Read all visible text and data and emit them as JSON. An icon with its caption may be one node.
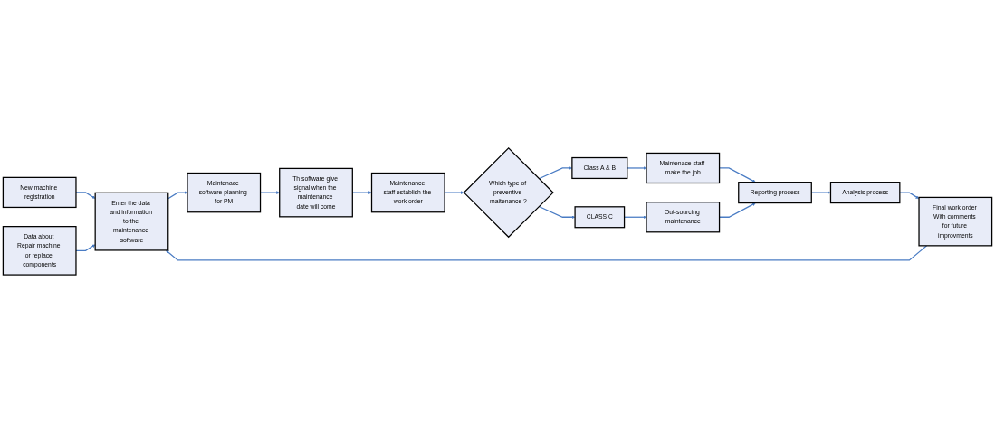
{
  "diagram": {
    "nodes": [
      {
        "text": [
          "New machine registration"
        ]
      },
      {
        "text": [
          "Data about Repair machine or replace components"
        ]
      },
      {
        "text": [
          "Enter the data and information to the maintenance software"
        ]
      },
      {
        "text": [
          "Maintenace software planning for PM"
        ]
      },
      {
        "text": [
          "Th software give signal when the maintenance date will come"
        ]
      },
      {
        "text": [
          "Maintenance staff establish the work order"
        ]
      },
      {
        "text": [
          "Which type of preventive maitenance ?"
        ]
      },
      {
        "text": [
          "Class A & B"
        ]
      },
      {
        "text": [
          "Maintenace staff make the job"
        ]
      },
      {
        "text": [
          "CLASS C"
        ]
      },
      {
        "text": [
          "Out-sourcing maintenance"
        ]
      },
      {
        "text": [
          "Reporting process"
        ]
      },
      {
        "text": [
          "Analysis process"
        ]
      },
      {
        "text": [
          "Final work order With comments for future improvments"
        ]
      }
    ],
    "edges": [
      {
        "from": 0,
        "to": 2,
        "arrow": "to"
      },
      {
        "from": 1,
        "to": 2,
        "arrow": "to"
      },
      {
        "from": 2,
        "to": 3,
        "arrow": "to"
      },
      {
        "from": 3,
        "to": 4,
        "arrow": "to"
      },
      {
        "from": 4,
        "to": 5,
        "arrow": "to"
      },
      {
        "from": 5,
        "to": 6,
        "arrow": "to"
      },
      {
        "from": 6,
        "to": 7,
        "arrow": "to"
      },
      {
        "from": 6,
        "to": 9,
        "arrow": "to"
      },
      {
        "from": 7,
        "to": 8,
        "arrow": "to"
      },
      {
        "from": 8,
        "to": 11,
        "arrow": "to"
      },
      {
        "from": 9,
        "to": 10,
        "arrow": "to"
      },
      {
        "from": 10,
        "to": 11,
        "arrow": "to"
      },
      {
        "from": 11,
        "to": 12,
        "arrow": "to"
      },
      {
        "from": 12,
        "to": 13,
        "arrow": "to"
      },
      {
        "from": 13,
        "to": 2,
        "arrow": "to"
      }
    ]
  }
}
